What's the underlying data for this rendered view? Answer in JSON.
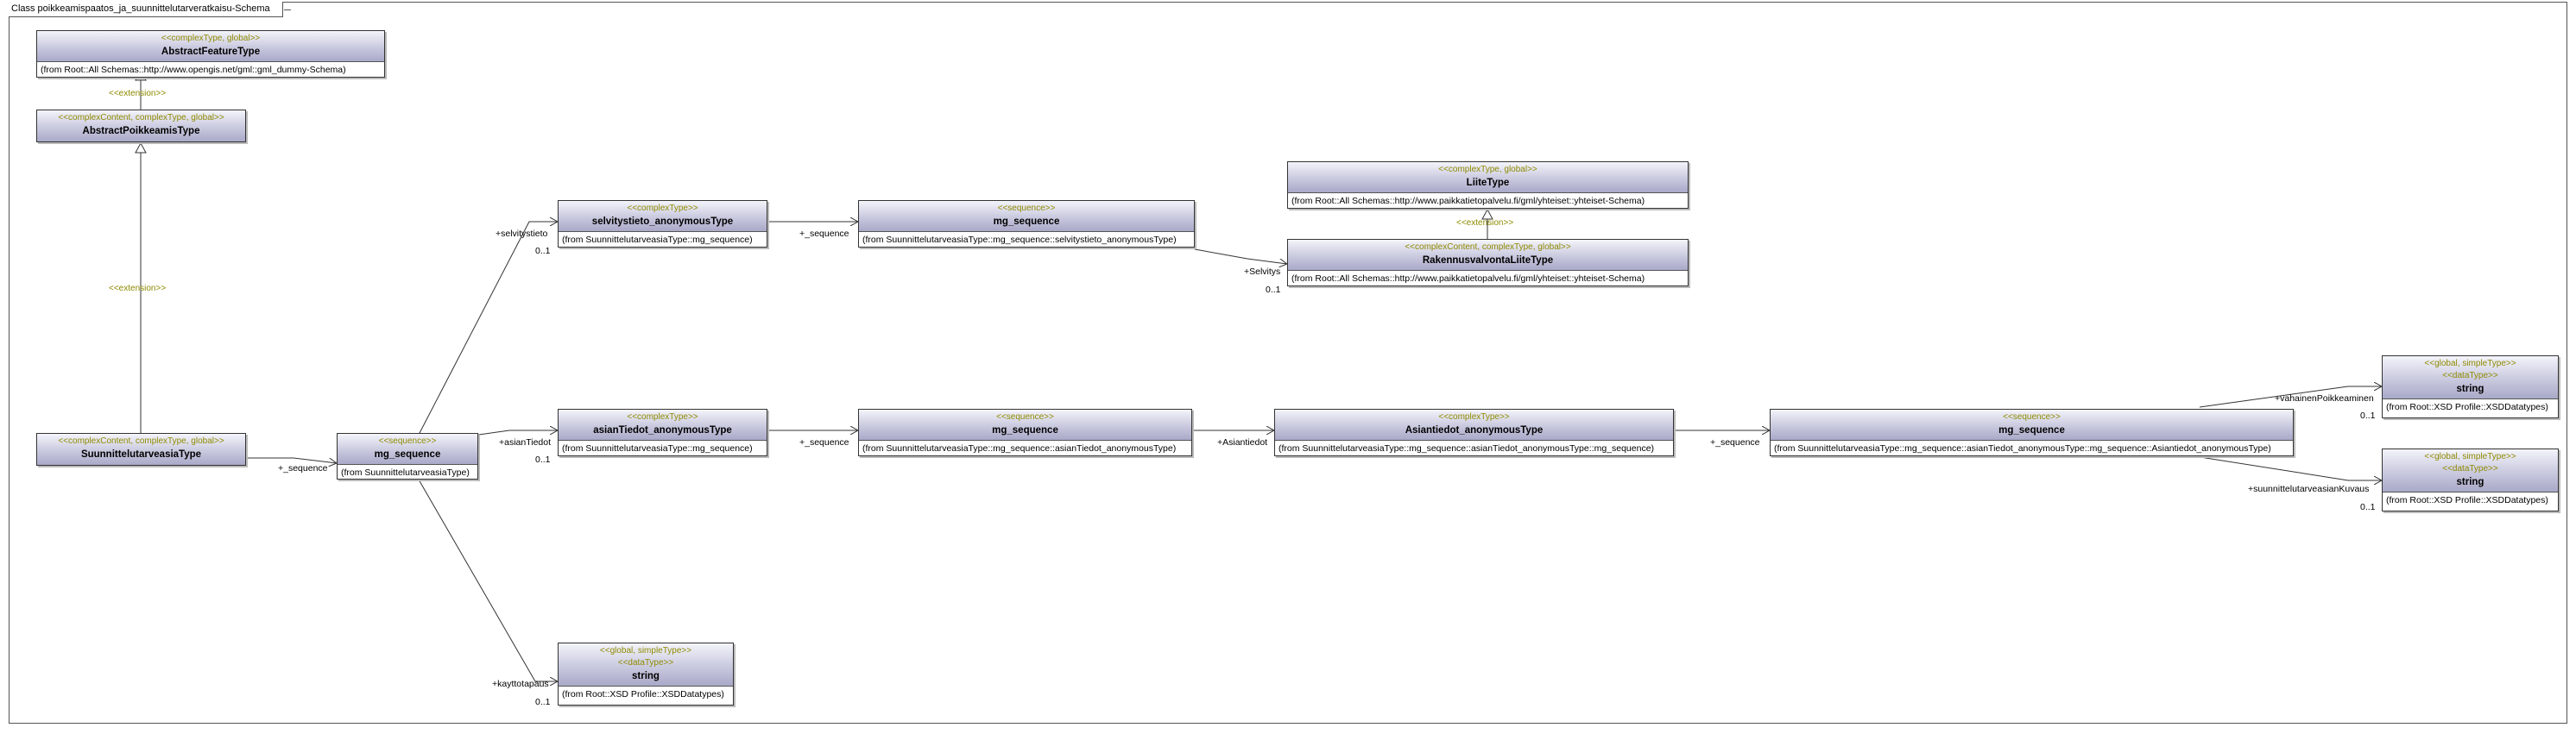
{
  "frame": {
    "title": "Class poikkeamispaatos_ja_suunnittelutarveratkaisu-Schema"
  },
  "colors": {
    "stereotype": "#8e8a00",
    "header_top": "#f4f4fb",
    "header_bottom": "#a9a9c9",
    "line": "#333333"
  },
  "classes": {
    "abstract_feature": {
      "stereotype": "<<complexType, global>>",
      "name": "AbstractFeatureType",
      "from": "(from Root::All Schemas::http://www.opengis.net/gml::gml_dummy-Schema)"
    },
    "abstract_poikkeamis": {
      "stereotype": "<<complexContent, complexType, global>>",
      "name": "AbstractPoikkeamisType"
    },
    "suunnittelutarveasia": {
      "stereotype": "<<complexContent, complexType, global>>",
      "name": "SuunnittelutarveasiaType"
    },
    "mg_root": {
      "stereotype": "<<sequence>>",
      "name": "mg_sequence",
      "from": "(from SuunnittelutarveasiaType)"
    },
    "selvitystieto": {
      "stereotype": "<<complexType>>",
      "name": "selvitystieto_anonymousType",
      "from": "(from SuunnittelutarveasiaType::mg_sequence)"
    },
    "mg_selvitys": {
      "stereotype": "<<sequence>>",
      "name": "mg_sequence",
      "from": "(from SuunnittelutarveasiaType::mg_sequence::selvitystieto_anonymousType)"
    },
    "liite": {
      "stereotype": "<<complexType, global>>",
      "name": "LiiteType",
      "from": "(from Root::All Schemas::http://www.paikkatietopalvelu.fi/gml/yhteiset::yhteiset-Schema)"
    },
    "rakennusvalvonta": {
      "stereotype": "<<complexContent, complexType, global>>",
      "name": "RakennusvalvontaLiiteType",
      "from": "(from Root::All Schemas::http://www.paikkatietopalvelu.fi/gml/yhteiset::yhteiset-Schema)"
    },
    "asiantiedot": {
      "stereotype": "<<complexType>>",
      "name": "asianTiedot_anonymousType",
      "from": "(from SuunnittelutarveasiaType::mg_sequence)"
    },
    "mg_asian": {
      "stereotype": "<<sequence>>",
      "name": "mg_sequence",
      "from": "(from SuunnittelutarveasiaType::mg_sequence::asianTiedot_anonymousType)"
    },
    "asiantiedot_anon": {
      "stereotype": "<<complexType>>",
      "name": "Asiantiedot_anonymousType",
      "from": "(from SuunnittelutarveasiaType::mg_sequence::asianTiedot_anonymousType::mg_sequence)"
    },
    "mg_asiantiedot": {
      "stereotype": "<<sequence>>",
      "name": "mg_sequence",
      "from": "(from SuunnittelutarveasiaType::mg_sequence::asianTiedot_anonymousType::mg_sequence::Asiantiedot_anonymousType)"
    },
    "string_vahainen": {
      "stereotype": "<<global, simpleType>>",
      "stereotype2": "<<dataType>>",
      "name": "string",
      "from": "(from Root::XSD Profile::XSDDatatypes)"
    },
    "string_kuvaus": {
      "stereotype": "<<global, simpleType>>",
      "stereotype2": "<<dataType>>",
      "name": "string",
      "from": "(from Root::XSD Profile::XSDDatatypes)"
    },
    "string_kaytto": {
      "stereotype": "<<global, simpleType>>",
      "stereotype2": "<<dataType>>",
      "name": "string",
      "from": "(from Root::XSD Profile::XSDDatatypes)"
    }
  },
  "labels": {
    "extension_1": "<<extension>>",
    "extension_2": "<<extension>>",
    "extension_3": "<<extension>>",
    "seq_root": "+_sequence",
    "selvitystieto_role": "+selvitystieto",
    "selvitystieto_mult": "0..1",
    "seq_selvitys": "+_sequence",
    "selvitys_role": "+Selvitys",
    "selvitys_mult": "0..1",
    "asiantiedot_role": "+asianTiedot",
    "asiantiedot_mult": "0..1",
    "seq_asian": "+_sequence",
    "asiantiedot2_role": "+Asiantiedot",
    "seq_asiantiedot": "+_sequence",
    "vahainen_role": "+vahainenPoikkeaminen",
    "vahainen_mult": "0..1",
    "kuvaus_role": "+suunnittelutarveasianKuvaus",
    "kuvaus_mult": "0..1",
    "kaytto_role": "+kayttotapaus",
    "kaytto_mult": "0..1"
  }
}
